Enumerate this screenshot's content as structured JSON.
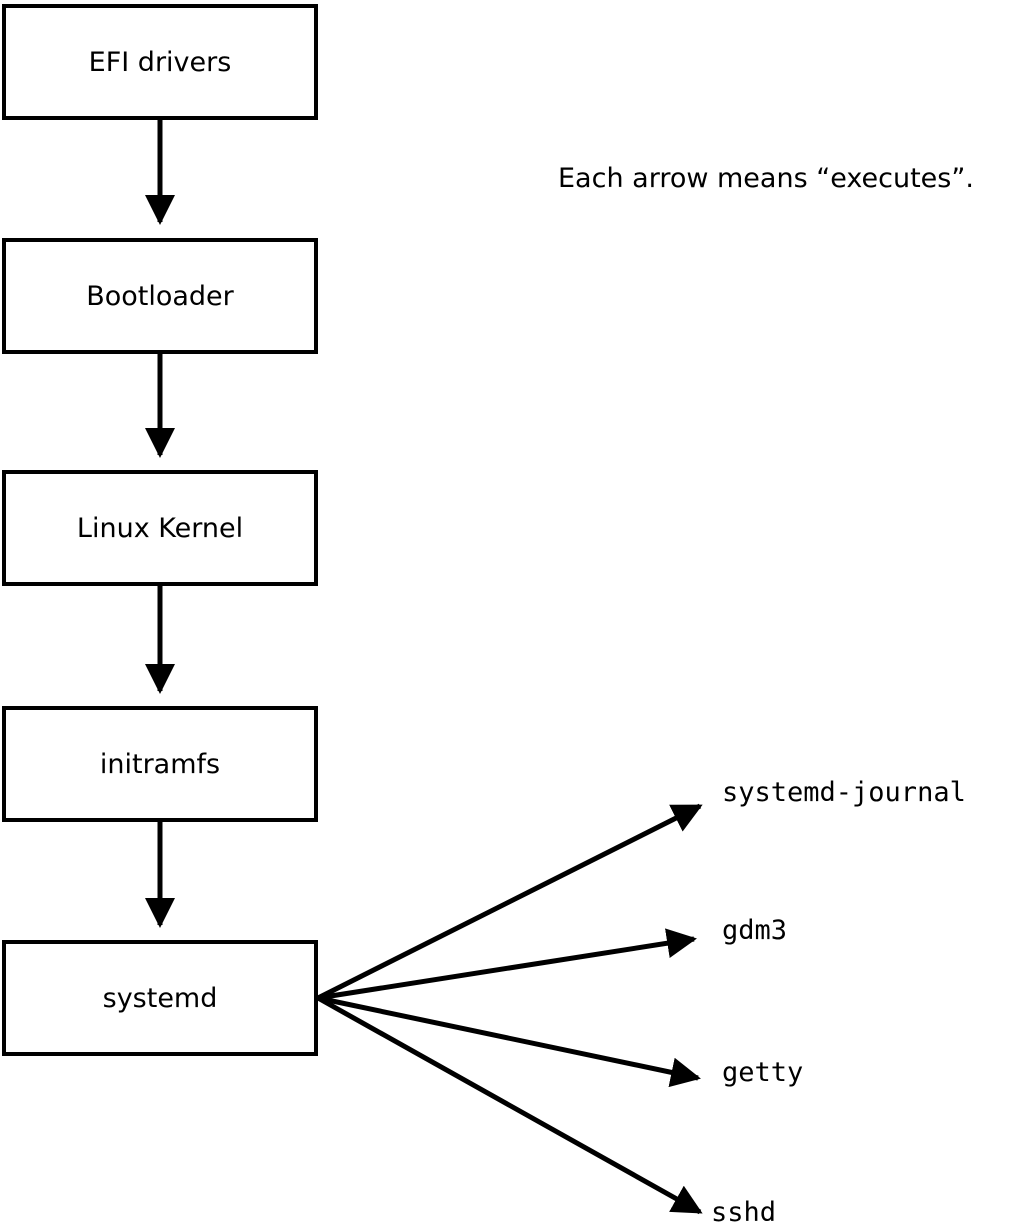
{
  "diagram": {
    "note": "Each arrow means “executes”.",
    "chain": [
      {
        "label": "EFI drivers"
      },
      {
        "label": "Bootloader"
      },
      {
        "label": "Linux Kernel"
      },
      {
        "label": "initramfs"
      },
      {
        "label": "systemd"
      }
    ],
    "spawned": [
      {
        "label": "systemd-journal"
      },
      {
        "label": "gdm3"
      },
      {
        "label": "getty"
      },
      {
        "label": "sshd"
      }
    ],
    "colors": {
      "stroke": "#000000",
      "box_fill": "#ffffff",
      "background": "#ffffff",
      "text": "#000000"
    }
  }
}
